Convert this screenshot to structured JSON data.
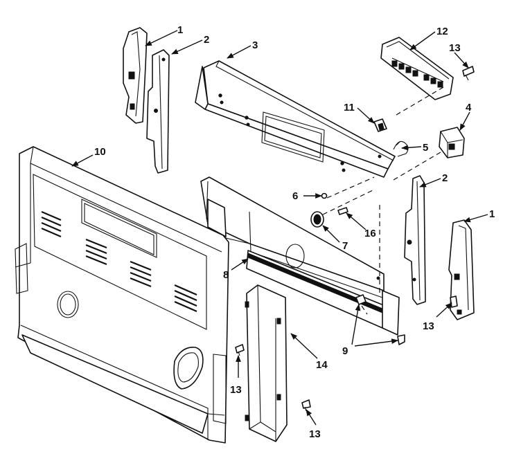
{
  "callouts": [
    {
      "label": "1"
    },
    {
      "label": "2"
    },
    {
      "label": "3"
    },
    {
      "label": "12"
    },
    {
      "label": "13"
    },
    {
      "label": "11"
    },
    {
      "label": "4"
    },
    {
      "label": "5"
    },
    {
      "label": "10"
    },
    {
      "label": "2"
    },
    {
      "label": "6"
    },
    {
      "label": "1"
    },
    {
      "label": "16"
    },
    {
      "label": "7"
    },
    {
      "label": "8"
    },
    {
      "label": "13"
    },
    {
      "label": "9"
    },
    {
      "label": "14"
    },
    {
      "label": "13"
    },
    {
      "label": "13"
    }
  ]
}
